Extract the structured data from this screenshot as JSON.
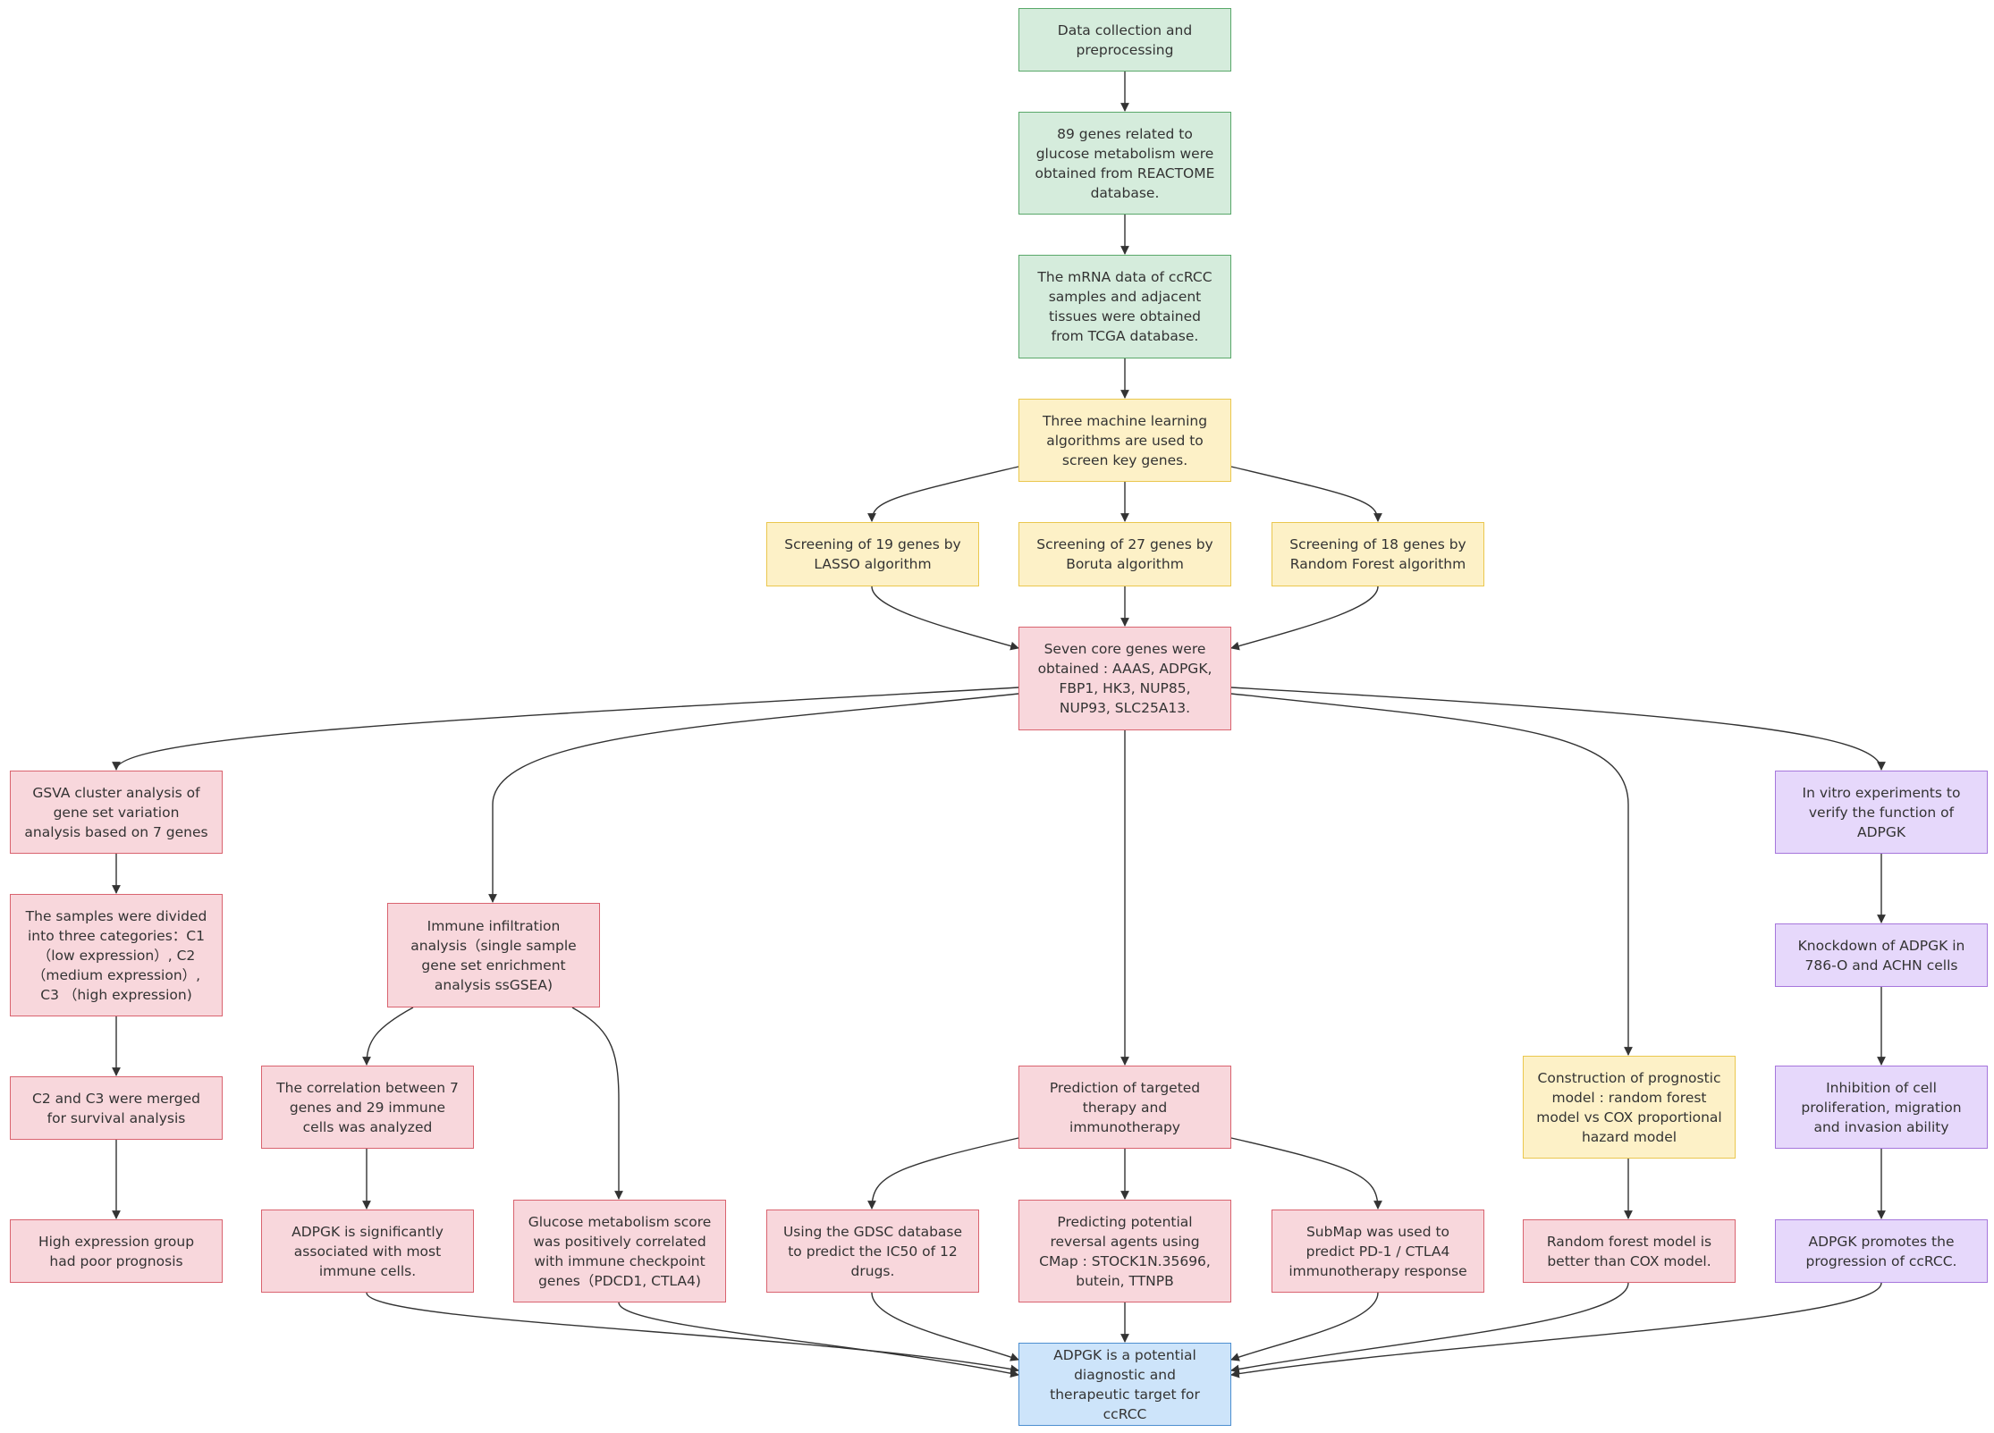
{
  "nodes": {
    "data_collection": "Data collection and preprocessing",
    "reactome": "89 genes related to glucose metabolism were obtained from REACTOME database.",
    "tcga": "The mRNA data of ccRCC samples and adjacent tissues were obtained from TCGA database.",
    "ml": "Three machine learning algorithms are used to screen key genes.",
    "lasso": "Screening of 19 genes by LASSO algorithm",
    "boruta": "Screening of 27 genes by Boruta algorithm",
    "rf": "Screening of 18 genes by Random Forest algorithm",
    "core": "Seven core genes were obtained : AAAS, ADPGK, FBP1, HK3, NUP85, NUP93, SLC25A13.",
    "gsva": "GSVA cluster analysis of gene set variation analysis based on 7 genes",
    "categories": "The samples were divided into three categories：C1 （low expression）, C2 （medium expression）, C3 （high expression)",
    "merged": "C2 and C3 were merged for survival analysis",
    "prognosis": "High expression group had poor prognosis",
    "immune": "Immune infiltration analysis（single sample gene set enrichment analysis ssGSEA)",
    "correlation": "The correlation between 7 genes and 29 immune cells was analyzed",
    "adpgk_immune": "ADPGK is significantly associated with most immune cells.",
    "glucose_score": "Glucose metabolism score was positively correlated with immune checkpoint genes（PDCD1, CTLA4)",
    "targeted": "Prediction of targeted therapy and immunotherapy",
    "gdsc": "Using the GDSC database to predict the IC50 of 12 drugs.",
    "cmap": "Predicting potential reversal agents using CMap : STOCK1N.35696, butein, TTNPB",
    "submap": "SubMap was used to predict PD-1 / CTLA4 immunotherapy response",
    "prognostic_model": "Construction of prognostic model : random forest model vs COX proportional hazard model",
    "rf_better": "Random forest model is better than COX model.",
    "vitro": "In vitro experiments to verify the function of ADPGK",
    "knockdown": "Knockdown of ADPGK in 786-O and ACHN cells",
    "inhibition": "Inhibition of cell proliferation, migration and invasion ability",
    "promotes": "ADPGK promotes the progression of ccRCC.",
    "conclusion": "ADPGK is a potential diagnostic and therapeutic target for ccRCC"
  },
  "colors": {
    "green": "#d5ecdc",
    "yellow": "#fdf1c7",
    "red": "#f8d7dc",
    "purple": "#e6d8fb",
    "blue": "#cde4fa",
    "edge": "#333333"
  }
}
